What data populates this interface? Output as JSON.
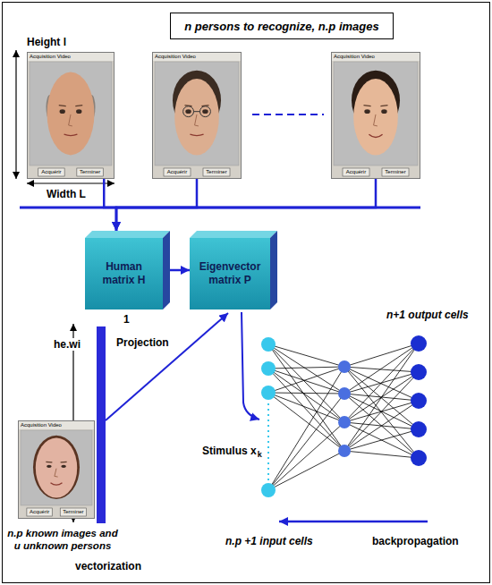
{
  "diagram": {
    "nodes": [
      {
        "text": [
          "n persons to recognize, n.p images"
        ]
      },
      {
        "text": [
          "Acquisition Video",
          "Acquérir",
          "Terminer"
        ]
      },
      {
        "text": [
          "Acquisition Video",
          "Acquérir",
          "Terminer"
        ]
      },
      {
        "text": [
          "Acquisition Video",
          "Acquérir",
          "Terminer"
        ]
      },
      {
        "text": [
          "Human matrix H"
        ]
      },
      {
        "text": [
          "Eigenvector matrix P"
        ]
      },
      {
        "text": [
          "Acquisition Video",
          "Acquérir",
          "Terminer"
        ]
      }
    ],
    "edges": [
      {
        "from": 1,
        "to": 4,
        "arrow": "to"
      },
      {
        "from": 2,
        "to": 4,
        "arrow": "to"
      },
      {
        "from": 3,
        "to": 4,
        "arrow": "to"
      },
      {
        "from": 4,
        "to": 5,
        "arrow": "to"
      }
    ],
    "labels": [
      "Height l",
      "Width L",
      "1",
      "he.wi",
      "Projection",
      "Stimulus x",
      "k",
      "n.p known images and u unknown persons",
      "vectorization",
      "n+1 output cells",
      "n.p +1 input cells",
      "backpropagation"
    ]
  }
}
